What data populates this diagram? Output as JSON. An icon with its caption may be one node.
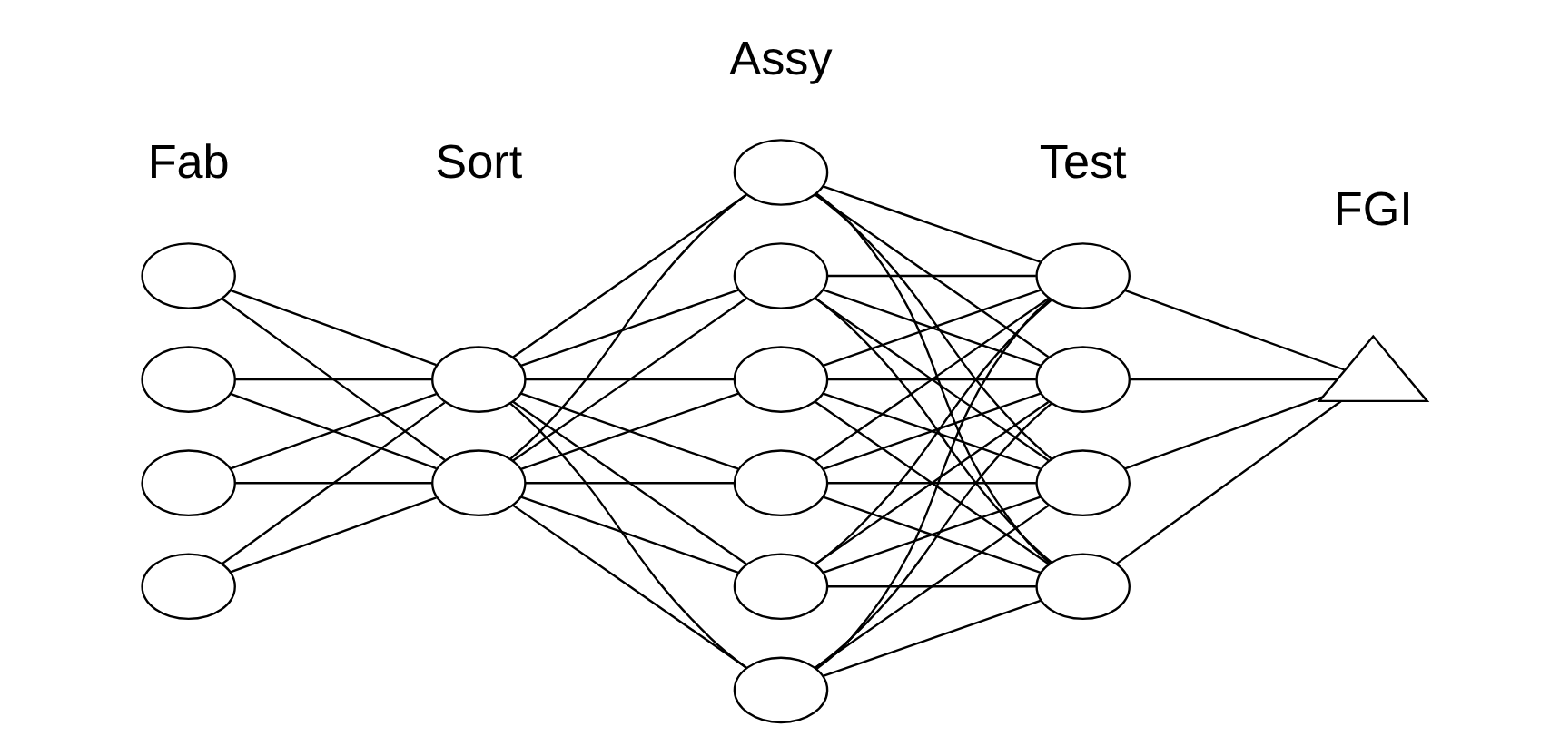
{
  "diagram": {
    "nodes": [
      {
        "text": [],
        "shape": "circle"
      },
      {
        "text": [],
        "shape": "circle"
      },
      {
        "text": [],
        "shape": "circle"
      },
      {
        "text": [],
        "shape": "circle"
      },
      {
        "text": [],
        "shape": "circle"
      },
      {
        "text": [],
        "shape": "circle"
      },
      {
        "text": [],
        "shape": "circle"
      },
      {
        "text": [],
        "shape": "circle"
      },
      {
        "text": [],
        "shape": "circle"
      },
      {
        "text": [],
        "shape": "circle"
      },
      {
        "text": [],
        "shape": "circle"
      },
      {
        "text": [],
        "shape": "circle"
      },
      {
        "text": [],
        "shape": "circle"
      },
      {
        "text": [],
        "shape": "circle"
      },
      {
        "text": [],
        "shape": "circle"
      },
      {
        "text": [],
        "shape": "circle"
      },
      {
        "text": [],
        "shape": "triangle"
      }
    ],
    "edges": [
      {
        "from": 0,
        "to": 4,
        "arrow": "none"
      },
      {
        "from": 0,
        "to": 5,
        "arrow": "none"
      },
      {
        "from": 1,
        "to": 4,
        "arrow": "none"
      },
      {
        "from": 1,
        "to": 5,
        "arrow": "none"
      },
      {
        "from": 2,
        "to": 4,
        "arrow": "none"
      },
      {
        "from": 2,
        "to": 5,
        "arrow": "none"
      },
      {
        "from": 3,
        "to": 4,
        "arrow": "none"
      },
      {
        "from": 3,
        "to": 5,
        "arrow": "none"
      },
      {
        "from": 4,
        "to": 6,
        "arrow": "none"
      },
      {
        "from": 4,
        "to": 7,
        "arrow": "none"
      },
      {
        "from": 4,
        "to": 8,
        "arrow": "none"
      },
      {
        "from": 4,
        "to": 9,
        "arrow": "none"
      },
      {
        "from": 4,
        "to": 10,
        "arrow": "none"
      },
      {
        "from": 4,
        "to": 11,
        "arrow": "none"
      },
      {
        "from": 5,
        "to": 6,
        "arrow": "none"
      },
      {
        "from": 5,
        "to": 7,
        "arrow": "none"
      },
      {
        "from": 5,
        "to": 8,
        "arrow": "none"
      },
      {
        "from": 5,
        "to": 9,
        "arrow": "none"
      },
      {
        "from": 5,
        "to": 10,
        "arrow": "none"
      },
      {
        "from": 5,
        "to": 11,
        "arrow": "none"
      },
      {
        "from": 6,
        "to": 12,
        "arrow": "none"
      },
      {
        "from": 6,
        "to": 13,
        "arrow": "none"
      },
      {
        "from": 6,
        "to": 14,
        "arrow": "none"
      },
      {
        "from": 6,
        "to": 15,
        "arrow": "none"
      },
      {
        "from": 7,
        "to": 12,
        "arrow": "none"
      },
      {
        "from": 7,
        "to": 13,
        "arrow": "none"
      },
      {
        "from": 7,
        "to": 14,
        "arrow": "none"
      },
      {
        "from": 7,
        "to": 15,
        "arrow": "none"
      },
      {
        "from": 8,
        "to": 12,
        "arrow": "none"
      },
      {
        "from": 8,
        "to": 13,
        "arrow": "none"
      },
      {
        "from": 8,
        "to": 14,
        "arrow": "none"
      },
      {
        "from": 8,
        "to": 15,
        "arrow": "none"
      },
      {
        "from": 9,
        "to": 12,
        "arrow": "none"
      },
      {
        "from": 9,
        "to": 13,
        "arrow": "none"
      },
      {
        "from": 9,
        "to": 14,
        "arrow": "none"
      },
      {
        "from": 9,
        "to": 15,
        "arrow": "none"
      },
      {
        "from": 10,
        "to": 12,
        "arrow": "none"
      },
      {
        "from": 10,
        "to": 13,
        "arrow": "none"
      },
      {
        "from": 10,
        "to": 14,
        "arrow": "none"
      },
      {
        "from": 10,
        "to": 15,
        "arrow": "none"
      },
      {
        "from": 11,
        "to": 12,
        "arrow": "none"
      },
      {
        "from": 11,
        "to": 13,
        "arrow": "none"
      },
      {
        "from": 11,
        "to": 14,
        "arrow": "none"
      },
      {
        "from": 11,
        "to": 15,
        "arrow": "none"
      },
      {
        "from": 12,
        "to": 16,
        "arrow": "none"
      },
      {
        "from": 13,
        "to": 16,
        "arrow": "none"
      },
      {
        "from": 14,
        "to": 16,
        "arrow": "none"
      },
      {
        "from": 15,
        "to": 16,
        "arrow": "none"
      }
    ],
    "labels": [
      "Fab",
      "Sort",
      "Assy",
      "Test",
      "FGI"
    ]
  }
}
